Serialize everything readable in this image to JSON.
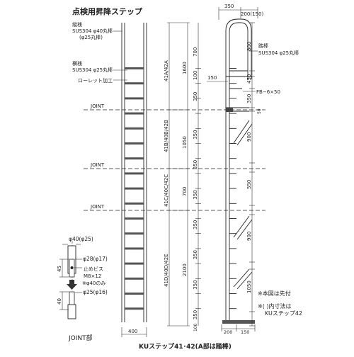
{
  "title": "点検用昇降ステップ",
  "caption": "KUステップ41･42(A部は踏棒)",
  "labels": {
    "side_rail": [
      "縦桟",
      "SUS304 φ40丸棒",
      "(φ25丸棒)"
    ],
    "rung": [
      "横桟",
      "SUS304 φ25丸棒",
      "ローレット加工"
    ],
    "handrail": [
      "踏棒",
      "SUS304 φ25丸棒"
    ],
    "fb": "FB−6×50",
    "joint": "JOINT",
    "joint_section": "JOINT部",
    "notes": [
      "※本図は先付",
      "※(  )内寸法は",
      "KUステップ42"
    ]
  },
  "joint_detail": {
    "d1": "φ40(φ25)",
    "d2": "φ28(φ17)",
    "screw1": "止めビス",
    "screw2": "M8×12",
    "screw3": "※φ40のみ",
    "d3": "φ25(φ16)",
    "dim45": "45",
    "dim40": "40"
  },
  "dims": {
    "top_350": "350",
    "top_200": "200(150)",
    "bottom_400": "400",
    "bottom_200": "200",
    "bottom_150": "150",
    "mid_150": "150",
    "seg_a": "41A/42A",
    "seg_b": "41B/40B/42B",
    "seg_c": "41C/40C/42C",
    "seg_d": "41D/40D/42E",
    "h1600": "1600",
    "h1050": "1050",
    "h700": "700",
    "h2100": "2100",
    "c_700": "700",
    "c_350": "350",
    "c_100": "100",
    "c_350b": "350",
    "r_800": "800",
    "r_450": "450",
    "r_350": "350",
    "r_900a": "900",
    "r_550": "550",
    "r_50": "50",
    "r_900b": "900",
    "r_1050": "1050",
    "r_100": "100"
  }
}
